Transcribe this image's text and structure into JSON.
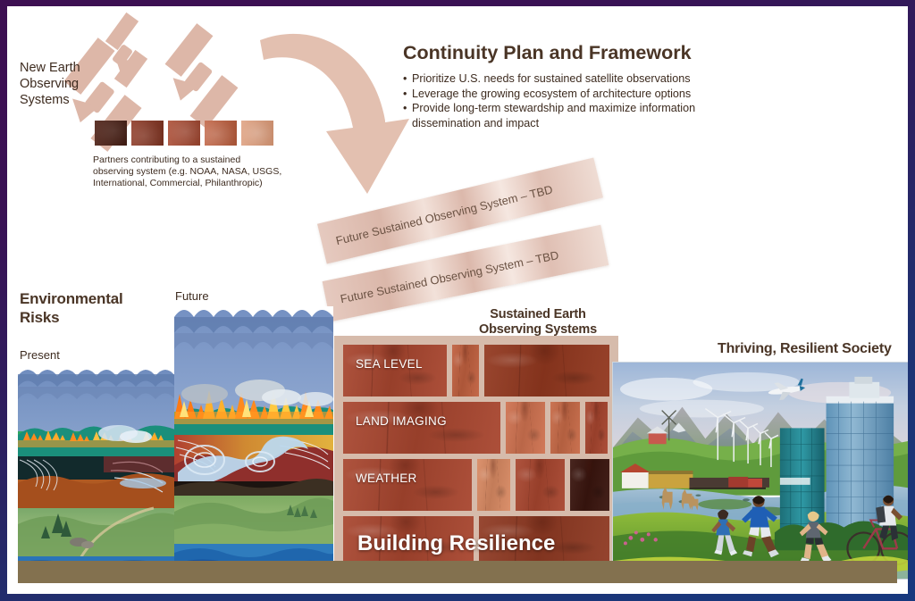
{
  "frame": {
    "border_top_color": "#3d1052",
    "border_bottom_color": "#17387e",
    "bottom_bar_color": "#83714f"
  },
  "new_earth": {
    "label": "New Earth\nObserving\nSystems",
    "label_lines": [
      "New Earth",
      "Observing",
      "Systems"
    ],
    "icon": "satellite-icon",
    "satellite_count": 3,
    "satellite_color": "#ddb7a8"
  },
  "partners": {
    "caption": "Partners contributing to a sustained observing system (e.g. NOAA, NASA, USGS, International, Commercial, Philanthropic)",
    "caption_lines": [
      "Partners contributing to a sustained",
      "observing system (e.g. NOAA, NASA, USGS,",
      "International, Commercial, Philanthropic)"
    ],
    "swatches": [
      "#4f2217",
      "#8e3a26",
      "#aa4b33",
      "#c0603f",
      "#dd9b78"
    ]
  },
  "title_block": {
    "title": "Continuity Plan and Framework",
    "bullet_char": "•",
    "bullets": [
      "Prioritize U.S. needs for sustained satellite observations",
      "Leverage the growing ecosystem of architecture options",
      "Provide long-term stewardship and maximize information dissemination and impact"
    ],
    "bullets_wrapped": [
      [
        "Prioritize U.S. needs for sustained satellite observations"
      ],
      [
        "Leverage the growing ecosystem of architecture options"
      ],
      [
        "Provide long-term stewardship and maximize information",
        "dissemination and impact"
      ]
    ]
  },
  "arrow": {
    "name": "curved-down-arrow",
    "color": "#e3c0b0"
  },
  "future_banners": [
    {
      "label": "Future Sustained Observing System – TBD"
    },
    {
      "label": "Future Sustained Observing System – TBD"
    }
  ],
  "environmental_risks": {
    "heading_lines": [
      "Environmental",
      "Risks"
    ],
    "heading": "Environmental Risks",
    "present_label": "Present",
    "future_label": "Future"
  },
  "sustained_wall": {
    "heading_lines": [
      "Sustained Earth",
      "Observing Systems"
    ],
    "heading": "Sustained Earth Observing Systems",
    "footer_label": "Building Resilience",
    "rows": [
      {
        "bricks": [
          {
            "label": "SEA LEVEL",
            "width": 130,
            "tone": "mid"
          },
          {
            "label": "",
            "width": 33,
            "tone": "light"
          },
          {
            "label": "",
            "width": 157,
            "tone": "dark"
          }
        ]
      },
      {
        "bricks": [
          {
            "label": "LAND IMAGING",
            "width": 176,
            "tone": "mid"
          },
          {
            "label": "",
            "width": 44,
            "tone": "light"
          },
          {
            "label": "",
            "width": 33,
            "tone": "light"
          },
          {
            "label": "",
            "width": 55,
            "tone": "mid"
          }
        ]
      },
      {
        "bricks": [
          {
            "label": "WEATHER",
            "width": 146,
            "tone": "mid"
          },
          {
            "label": "",
            "width": 38,
            "tone": "light"
          },
          {
            "label": "",
            "width": 55,
            "tone": "mid"
          },
          {
            "label": "",
            "width": 52,
            "tone": "verydark"
          }
        ]
      },
      {
        "bricks": [
          {
            "label": "",
            "width": 146,
            "tone": "mid"
          },
          {
            "label": "",
            "width": 149,
            "tone": "dark"
          }
        ]
      }
    ]
  },
  "society": {
    "heading": "Thriving, Resilient Society"
  }
}
